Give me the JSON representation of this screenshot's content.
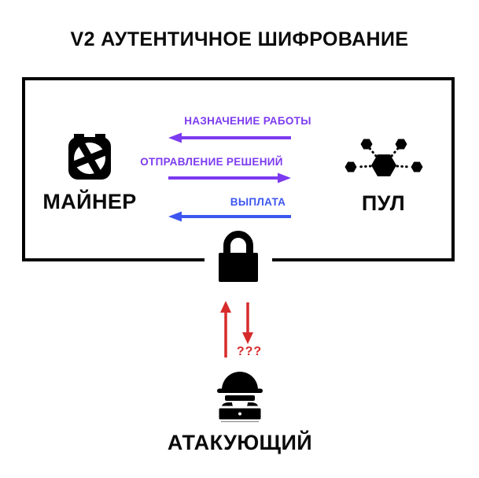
{
  "title": "V2 АУТЕНТИЧНОЕ ШИФРОВАНИЕ",
  "colors": {
    "purple": "#7c3bf0",
    "blue": "#3d56f0",
    "red": "#d62b2b",
    "ink": "#000000"
  },
  "box": {
    "miner": {
      "label": "МАЙНЕР",
      "icon": "miner-pickaxe-icon"
    },
    "pool": {
      "label": "ПУЛ",
      "icon": "pool-network-icon"
    },
    "flows": [
      {
        "label": "НАЗНАЧЕНИЕ РАБОТЫ",
        "direction": "pool-to-miner",
        "color": "#7c3bf0"
      },
      {
        "label": "ОТПРАВЛЕНИЕ РЕШЕНИЙ",
        "direction": "miner-to-pool",
        "color": "#7c3bf0"
      },
      {
        "label": "ВЫПЛАТА",
        "direction": "pool-to-miner",
        "color": "#3d56f0"
      }
    ],
    "lock_icon": "padlock-icon"
  },
  "attack": {
    "question": "???",
    "color": "#d62b2b",
    "attacker": {
      "label": "АТАКУЮЩИЙ",
      "icon": "hacker-laptop-icon"
    }
  }
}
